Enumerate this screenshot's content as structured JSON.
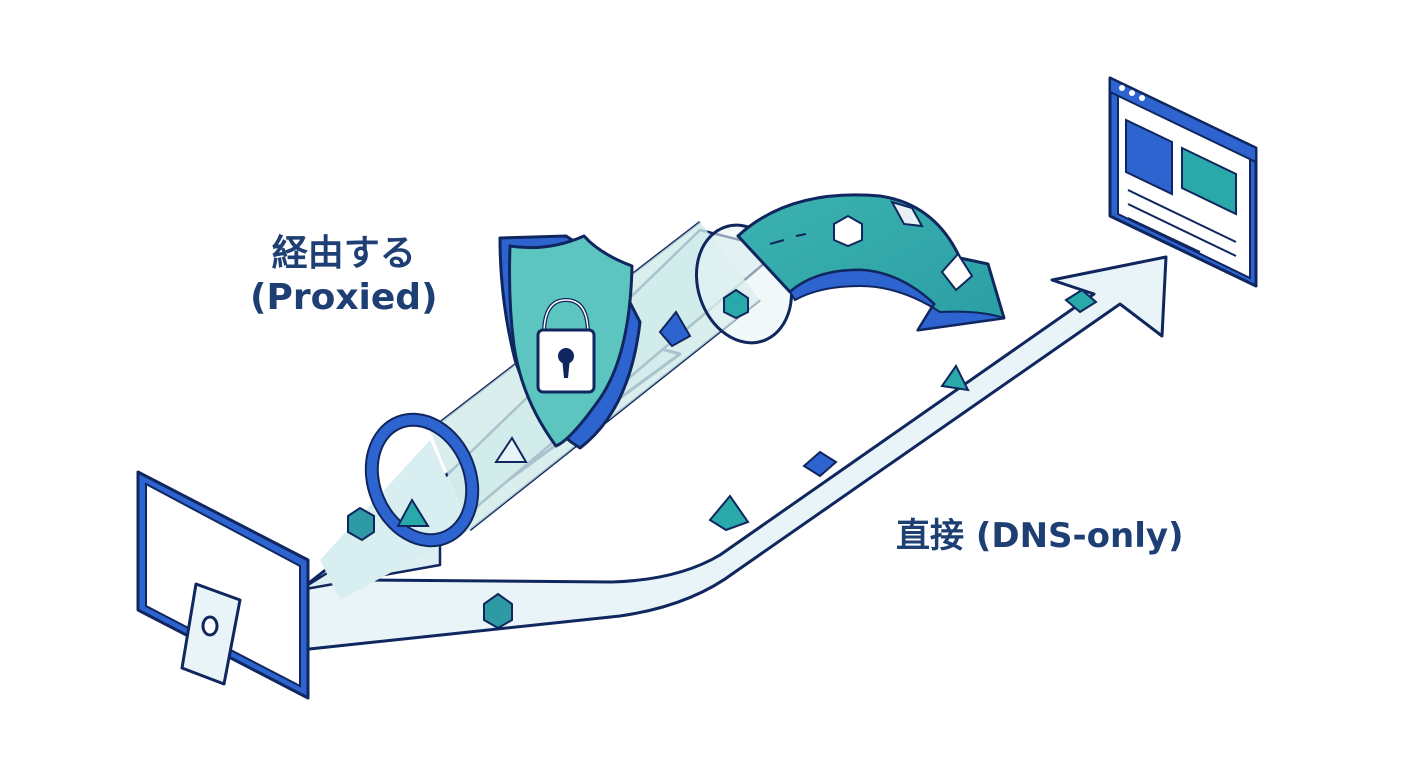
{
  "labels": {
    "proxied_jp": "経由する",
    "proxied_en": "(Proxied)",
    "direct": "直接 (DNS-only)"
  },
  "icons": {
    "client": "monitor-icon",
    "server": "browser-window-icon",
    "security": "shield-lock-icon"
  },
  "colors": {
    "outline": "#10265e",
    "blue": "#2e64d0",
    "teal": "#2aa9aa",
    "path_fill": "#e9f4f8",
    "tube_fill": "#cfeae8",
    "text": "#1d3f73"
  }
}
